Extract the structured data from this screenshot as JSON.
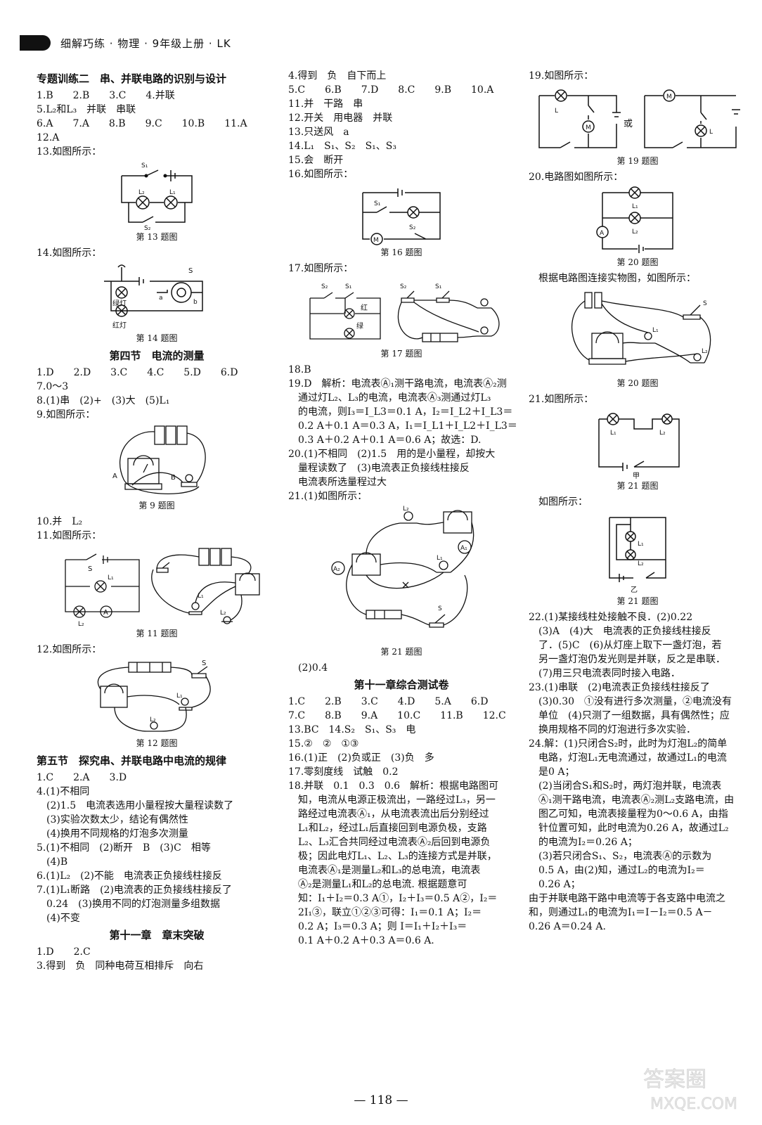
{
  "header": {
    "title": "细解巧练 · 物理 · 9年级上册 · LK"
  },
  "page_number": "— 118 —",
  "col1": {
    "sec1_title": "专题训练二　串、并联电路的识别与设计",
    "s1_l1": "1.B　　2.B　　3.C　　4.并联",
    "s1_l2": "5.L₂和L₃　并联　串联",
    "s1_l3": "6.A　　7.A　　8.B　　9.C　　10.B　　11.A",
    "s1_l4": "12.A",
    "s1_l5": "13.如图所示：",
    "cap13": "第 13 题图",
    "s1_l6": "14.如图所示：",
    "cap14": "第 14 题图",
    "fig14_green": "绿灯",
    "fig14_red": "红灯",
    "sec2_title": "第四节　电流的测量",
    "s2_l1": "1.D　　2.D　　3.C　　4.C　　5.D　　6.D",
    "s2_l2": "7.0～3",
    "s2_l3": "8.(1)串　(2)+　(3)大　(5)L₁",
    "s2_l4": "9.如图所示：",
    "cap9": "第 9 题图",
    "s2_l5": "10.并　L₂",
    "s2_l6": "11.如图所示：",
    "cap11": "第 11 题图",
    "s2_l7": "12.如图所示：",
    "cap12": "第 12 题图",
    "sec3_title": "第五节　探究串、并联电路中电流的规律",
    "s3_l1": "1.C　　2.A　　3.D",
    "s3_l2": "4.(1)不相同",
    "s3_l3": "　(2)1.5　电流表选用小量程按大量程读数了",
    "s3_l4": "　(3)实验次数太少，结论有偶然性",
    "s3_l5": "　(4)换用不同规格的灯泡多次测量",
    "s3_l6": "5.(1)不相同　(2)断开　B　(3)C　相等",
    "s3_l7": "　(4)B",
    "s3_l8": "6.(1)L₂　(2)不能　电流表正负接线柱接反",
    "s3_l9": "7.(1)L₁断路　(2)电流表的正负接线柱接反了",
    "s3_l10": "　0.24　(3)换用不同的灯泡测量多组数据",
    "s3_l11": "　(4)不变",
    "sec4_title": "第十一章　章末突破",
    "s4_l1": "1.D　　2.C",
    "s4_l2": "3.得到　负　同种电荷互相排斥　向右"
  },
  "col2": {
    "l1": "4.得到　负　自下而上",
    "l2": "5.C　　6.B　　7.D　　8.C　　9.B　　10.A",
    "l3": "11.并　干路　串",
    "l4": "12.开关　用电器　并联",
    "l5": "13.只送风　a",
    "l6": "14.L₁　S₁、S₂　S₁、S₃",
    "l7": "15.会　断开",
    "l8": "16.如图所示：",
    "cap16": "第 16 题图",
    "l9": "17.如图所示：",
    "fig17_red": "红",
    "fig17_green": "绿",
    "cap17": "第 17 题图",
    "l10": "18.B",
    "l11": "19.D　解析：电流表Ⓐ₁测干路电流，电流表Ⓐ₂测",
    "l12": "　通过灯L₂、L₃的电流，电流表Ⓐ₃测通过灯L₃",
    "l13": "　的电流，则I₃＝I_L3＝0.1 A，I₂＝I_L2＋I_L3＝",
    "l14": "　0.2 A＋0.1 A＝0.3 A，I₁＝I_L1＋I_L2＋I_L3＝",
    "l15": "　0.3 A＋0.2 A＋0.1 A＝0.6 A；故选：D.",
    "l16": "20.(1)不相同　(2)1.5　用的是小量程，却按大",
    "l17": "　量程读数了　(3)电流表正负接线柱接反",
    "l18": "　电流表所选量程过大",
    "l19": "21.(1)如图所示：",
    "cap21": "第 21 题图",
    "l20": "　(2)0.4",
    "sec_title": "第十一章综合测试卷",
    "t1": "1.C　　2.B　　3.C　　4.D　　5.A　　6.D",
    "t2": "7.C　　8.B　　9.A　　10.C　　11.B　　12.C",
    "t3": "13.BC　14.S₂　S₁、S₃　电",
    "t4": "15.②　②　①③",
    "t5": "16.(1)正　(2)负或正　(3)负　多",
    "t6": "17.零刻度线　试触　0.2",
    "t7": "18.并联　0.1　0.3　0.6　解析：根据电路图可",
    "t8": "　知，电流从电源正极流出，一路经过L₃，另一",
    "t9": "　路经过电流表Ⓐ₁，从电流表流出后分别经过",
    "t10": "　L₁和L₂，经过L₁后直接回到电源负极，支路",
    "t11": "　L₂、L₃汇合共同经过电流表Ⓐ₂后回到电源负",
    "t12": "　极；因此电灯L₁、L₂、L₃的连接方式是并联，",
    "t13": "　电流表Ⓐ₁是测量L₂和L₃的总电流，电流表",
    "t14": "　Ⓐ₂是测量L₁和L₂的总电流. 根据题意可",
    "t15": "　知：I₁＋I₂＝0.3 A①，I₂＋I₃＝0.5 A②，I₂＝",
    "t16": "　2I₁③，联立①②③可得：I₁＝0.1 A；I₂＝",
    "t17": "　0.2 A；I₃＝0.3 A；则 I＝I₁＋I₂＋I₃＝",
    "t18": "　0.1 A＋0.2 A＋0.3 A＝0.6 A."
  },
  "col3": {
    "l1": "19.如图所示：",
    "or": "或",
    "cap19": "第 19 题图",
    "l2": "20.电路图如图所示：",
    "cap20a": "第 20 题图",
    "l3": "　根据电路图连接实物图，如图所示：",
    "cap20b": "第 20 题图",
    "l4": "21.如图所示：",
    "jia": "甲",
    "cap21a": "第 21 题图",
    "l5": "　如图所示：",
    "yi": "乙",
    "cap21b": "第 21 题图",
    "p1": "22.(1)某接线柱处接触不良．(2)0.22",
    "p2": "　(3)A　(4)大　电流表的正负接线柱接反",
    "p3": "　了．(5)C　(6)从灯座上取下一盏灯泡，若",
    "p4": "　另一盏灯泡仍发光则是并联，反之是串联．",
    "p5": "　(7)用三只电流表同时接入电路．",
    "p6": "23.(1)串联　(2)电流表正负接线柱接反了",
    "p7": "　(3)0.30　①没有进行多次测量，②电流没有",
    "p8": "　单位　(4)只测了一组数据，具有偶然性；应",
    "p9": "　换用规格不同的灯泡进行多次实验．",
    "p10": "24.解：(1)只闭合S₂时，此时为灯泡L₂的简单",
    "p11": "　电路，灯泡L₁无电流通过，故通过L₁的电流",
    "p12": "　是0 A；",
    "p13": "　(2)当闭合S₁和S₂时，两灯泡并联，电流表",
    "p14": "　Ⓐ₁测干路电流，电流表Ⓐ₂测L₂支路电流，由",
    "p15": "　图乙可知，电流表接量程为0～0.6 A，由指",
    "p16": "　针位置可知，此时电流为0.26 A，故通过L₂",
    "p17": "　的电流为I₂＝0.26 A；",
    "p18": "　(3)若只闭合S₁、S₂，电流表Ⓐ的示数为",
    "p19": "　0.5 A，由(2)知，通过L₂的电流为I₂＝",
    "p20": "　0.26 A；",
    "p21": "由于并联电路干路中电流等于各支路中电流之",
    "p22": "和，则通过L₁的电流为I₁＝I－I₂＝0.5 A－",
    "p23": "0.26 A＝0.24 A."
  },
  "watermark": {
    "text": "答案圈",
    "domain": "MXQE.COM"
  }
}
